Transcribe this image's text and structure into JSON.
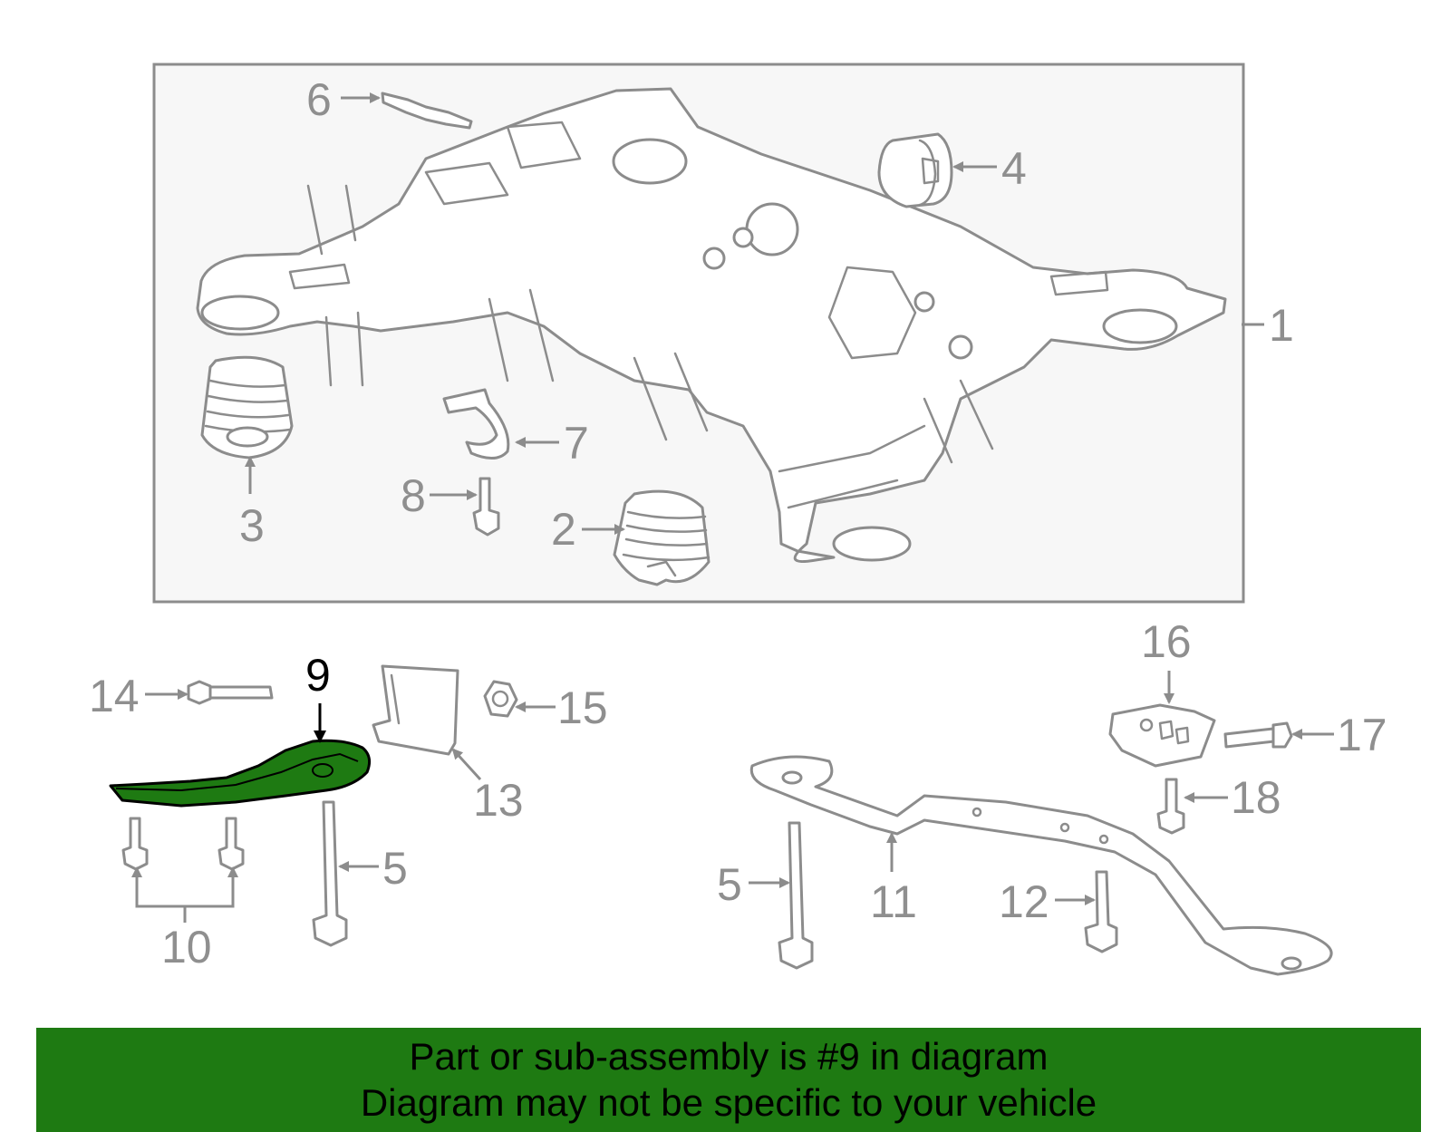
{
  "diagram": {
    "callouts": [
      "1",
      "2",
      "3",
      "4",
      "5",
      "6",
      "7",
      "8",
      "9",
      "10",
      "11",
      "12",
      "13",
      "14",
      "15",
      "16",
      "17",
      "18",
      "5"
    ],
    "selected_part": "9",
    "colors": {
      "highlight": "#1e7a12",
      "line": "#8c8c8c",
      "box_bg": "#f7f7f7",
      "banner": "#1e7a12"
    }
  },
  "banner": {
    "line1": "Part or sub-assembly is #9 in diagram",
    "line2": "Diagram may not be specific to your vehicle"
  }
}
